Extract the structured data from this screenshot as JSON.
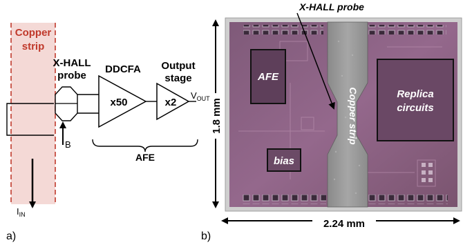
{
  "panel_a": {
    "label": "a)",
    "copper_strip_line1": "Copper",
    "copper_strip_line2": "strip",
    "xhall_line1": "X-HALL",
    "xhall_line2": "probe",
    "ddcfa_label": "DDCFA",
    "ddcfa_gain": "x50",
    "output_stage_line1": "Output",
    "output_stage_line2": "stage",
    "output_gain": "x2",
    "vout_main": "V",
    "vout_sub": "OUT",
    "b_label": "B",
    "iin_main": "I",
    "iin_sub": "IN",
    "afe_label": "AFE"
  },
  "panel_b": {
    "label": "b)",
    "xhall_probe": "X-HALL probe",
    "afe_block": "AFE",
    "copper_strip": "Copper strip",
    "replica_line1": "Replica",
    "replica_line2": "circuits",
    "bias_block": "bias",
    "height_dim": "1.8 mm",
    "width_dim": "2.24 mm"
  },
  "colors": {
    "copper_strip_text": "#c0392b",
    "copper_strip_fill": "#f4d9d6",
    "copper_strip_border": "#c0392b",
    "die_bg": "#8a5e82",
    "die_copper": "#9a9a9a",
    "die_frame": "#d8d8d8",
    "block_outline": "#111111"
  }
}
